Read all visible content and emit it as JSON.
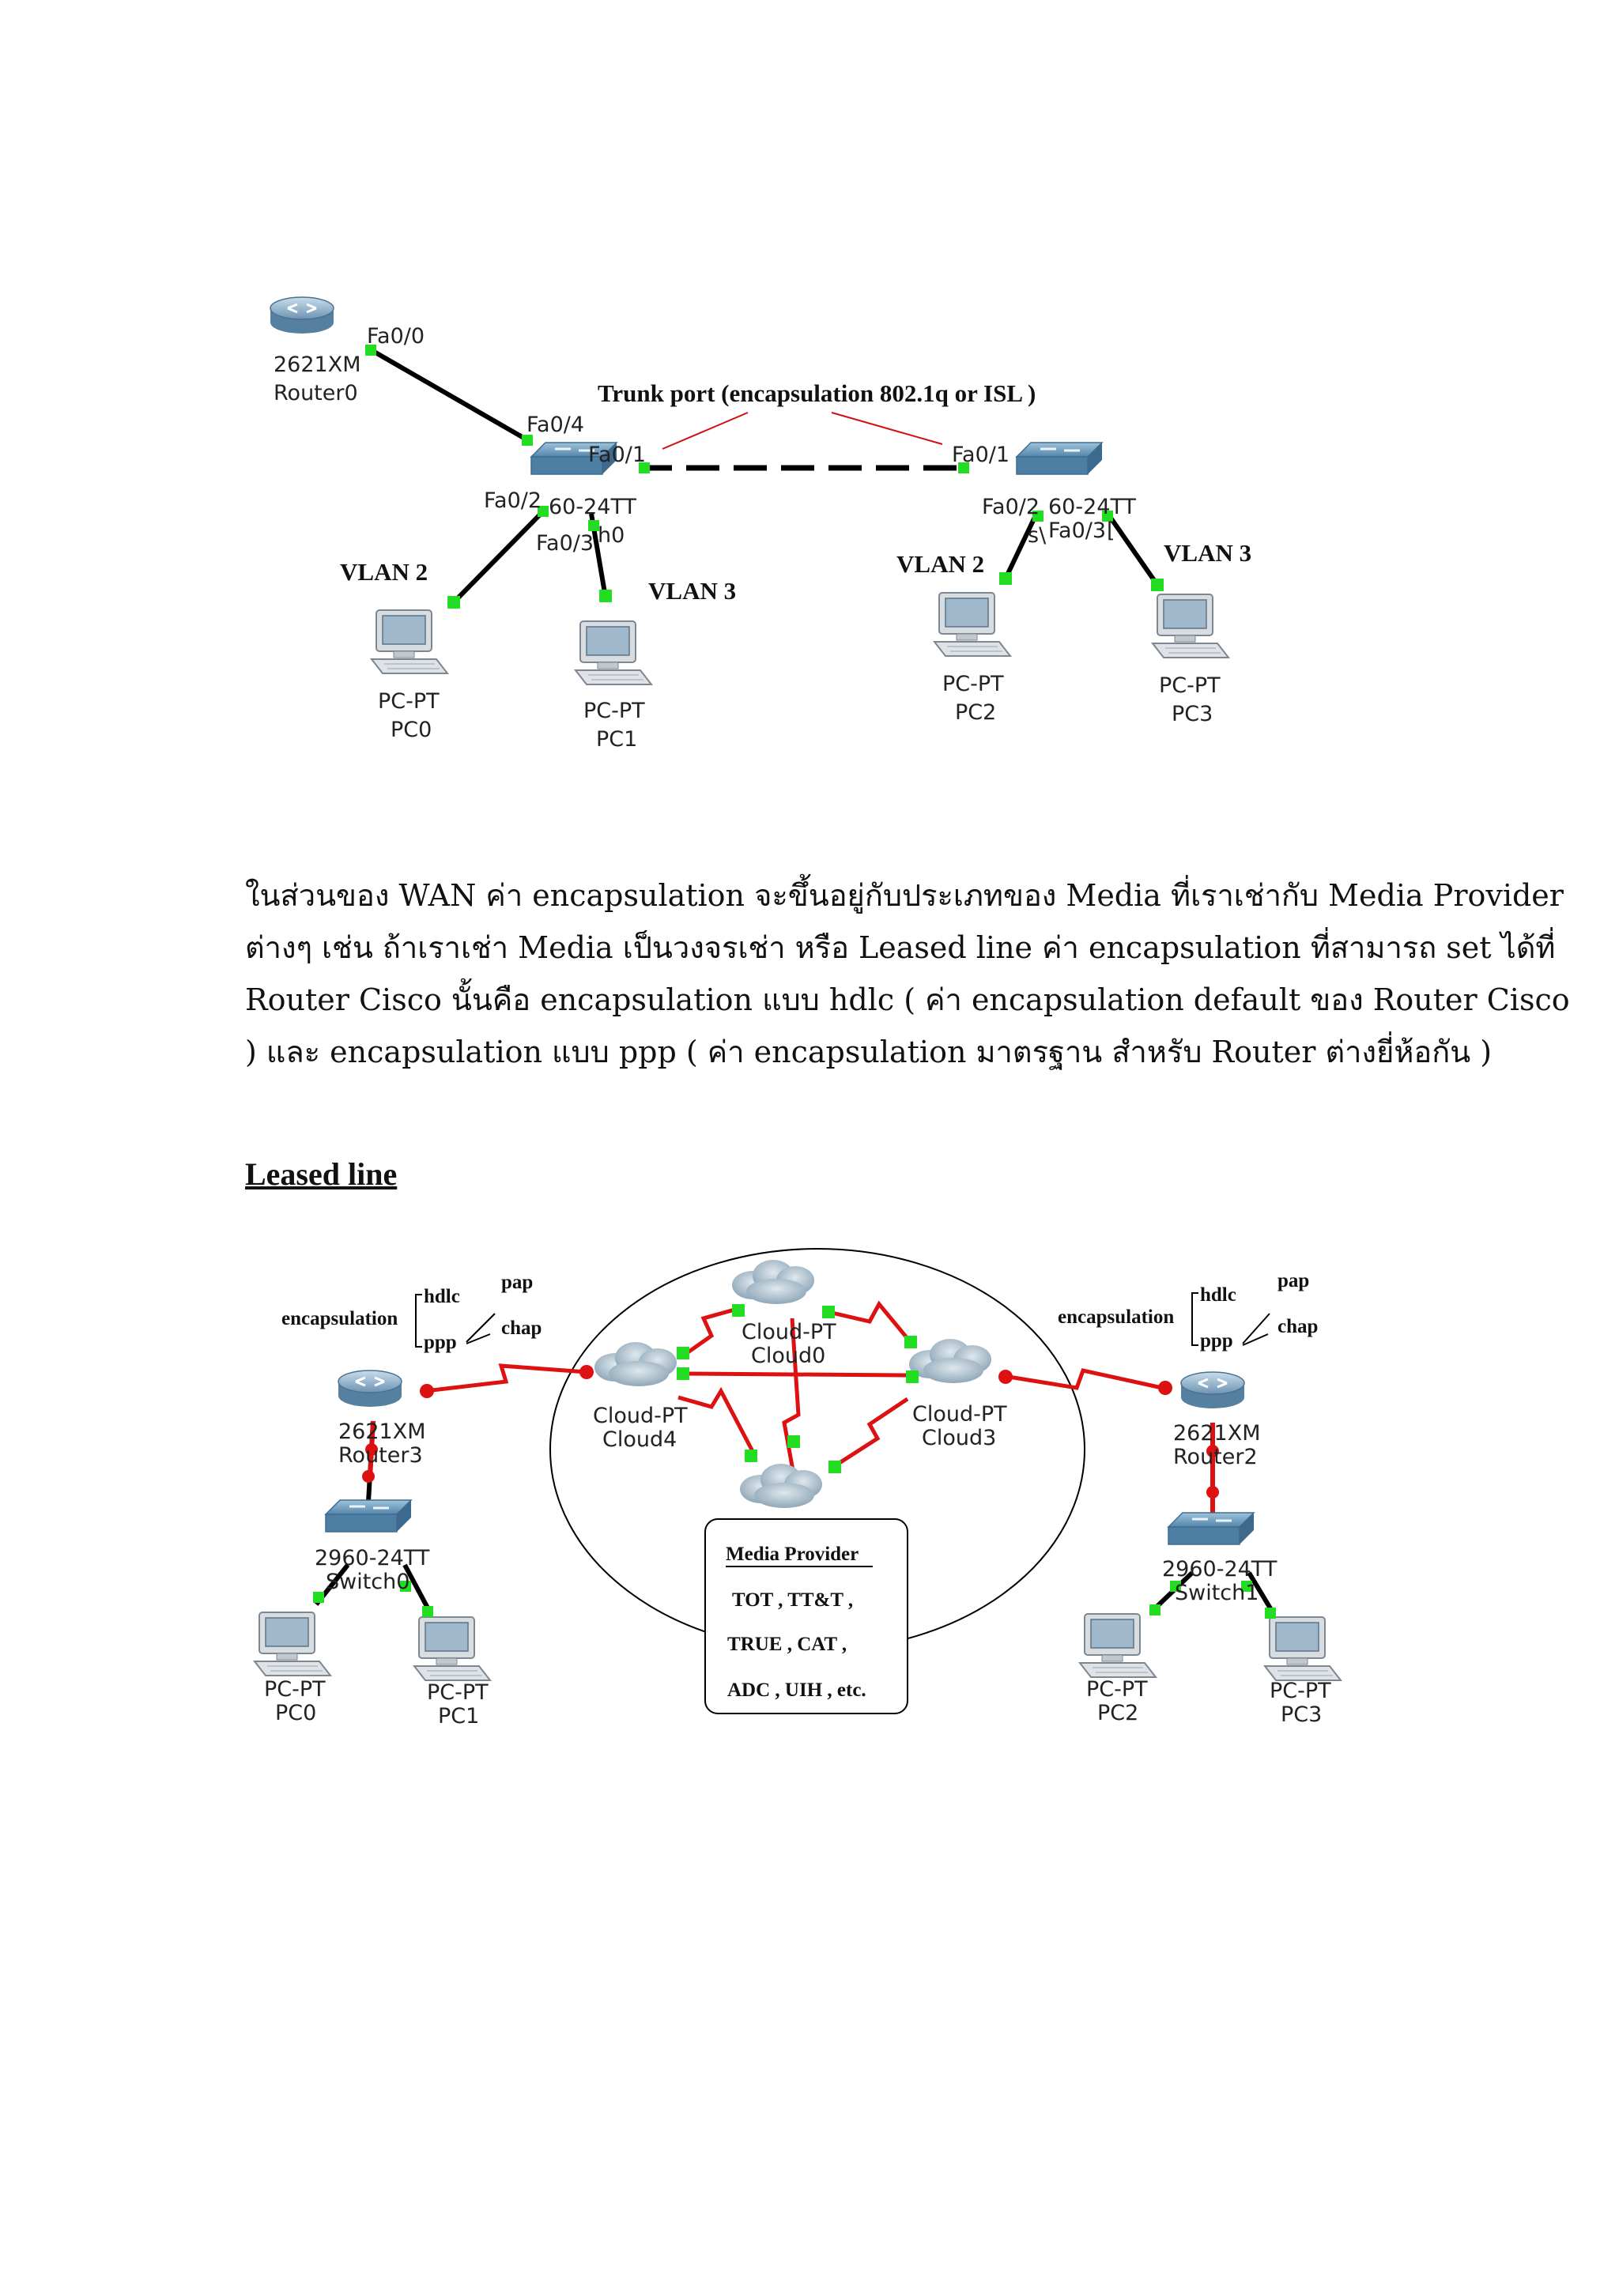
{
  "diagram1": {
    "router": {
      "model": "2621XM",
      "name": "Router0",
      "port": "Fa0/0"
    },
    "switch_left": {
      "model_partial": "60-24TT",
      "suffix": "h0",
      "ports": [
        "Fa0/4",
        "Fa0/1",
        "Fa0/2",
        "Fa0/3"
      ]
    },
    "switch_right": {
      "model_partial": "60-24TT",
      "prefix_partial": "2",
      "ports": [
        "Fa0/1",
        "Fa0/2",
        "Fa0/3"
      ],
      "fragment": "s\\",
      "fragment2": "["
    },
    "trunk_label": "Trunk  port (encapsulation 802.1q  or ISL )",
    "vlans": {
      "left_vlan2": "VLAN 2",
      "left_vlan3": "VLAN 3",
      "right_vlan2": "VLAN 2",
      "right_vlan3": "VLAN 3"
    },
    "pcs": [
      {
        "type": "PC-PT",
        "name": "PC0"
      },
      {
        "type": "PC-PT",
        "name": "PC1"
      },
      {
        "type": "PC-PT",
        "name": "PC2"
      },
      {
        "type": "PC-PT",
        "name": "PC3"
      }
    ]
  },
  "paragraph": [
    "ในส่วนของ WAN  ค่า encapsulation  จะขึ้นอยู่กับประเภทของ Media ที่เราเช่ากับ Media Provider",
    "ต่างๆ  เช่น ถ้าเราเช่า Media เป็นวงจรเช่า หรือ Leased line ค่า   encapsulation ที่สามารถ set ได้ที่",
    "Router Cisco นั้นคือ encapsulation แบบ  hdlc ( ค่า encapsulation default ของ Router Cisco",
    ") และ encapsulation แบบ  ppp ( ค่า encapsulation มาตรฐาน สำหรับ Router ต่างยี่ห้อกัน )"
  ],
  "heading": "Leased line",
  "diagram2": {
    "left": {
      "encap": "encapsulation",
      "hdlc": "hdlc",
      "ppp": "ppp",
      "pap": "pap",
      "chap": "chap",
      "router_model": "2621XM",
      "router_name": "Router3",
      "switch_model": "2960-24TT",
      "switch_name": "Switch0",
      "pcs": [
        {
          "type": "PC-PT",
          "name": "PC0"
        },
        {
          "type": "PC-PT",
          "name": "PC1"
        }
      ]
    },
    "right": {
      "encap": "encapsulation",
      "hdlc": "hdlc",
      "ppp": "ppp",
      "pap": "pap",
      "chap": "chap",
      "router_model": "2621XM",
      "router_name": "Router2",
      "switch_model": "2960-24TT",
      "switch_name": "Switch1",
      "pcs": [
        {
          "type": "PC-PT",
          "name": "PC2"
        },
        {
          "type": "PC-PT",
          "name": "PC3"
        }
      ]
    },
    "clouds": [
      {
        "type": "Cloud-PT",
        "name": "Cloud0"
      },
      {
        "type": "Cloud-PT",
        "name": "Cloud4"
      },
      {
        "type": "Cloud-PT",
        "name": "Cloud3"
      }
    ],
    "provider": {
      "title": "Media Provider",
      "line1": "TOT  , TT&T ,",
      "line2": "TRUE ,  CAT ,",
      "line3": "ADC ,  UIH   , etc."
    }
  },
  "colors": {
    "link": "#000000",
    "serial": "#dd1111",
    "port_up": "#22dd22",
    "port_down": "#dd1111",
    "device": "#6f9ec0"
  }
}
